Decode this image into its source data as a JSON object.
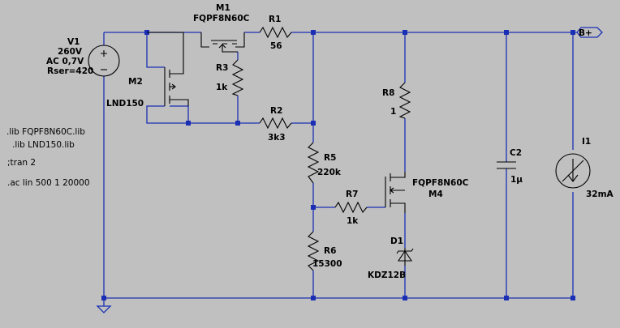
{
  "components": {
    "v1": {
      "name": "V1",
      "values": [
        "260V",
        "AC 0,7V",
        "Rser=420"
      ]
    },
    "m1": {
      "name": "M1",
      "model": "FQPF8N60C"
    },
    "m2": {
      "name": "M2",
      "model": "LND150"
    },
    "m4": {
      "name": "M4",
      "model": "FQPF8N60C"
    },
    "r1": {
      "name": "R1",
      "value": "56"
    },
    "r2": {
      "name": "R2",
      "value": "3k3"
    },
    "r3": {
      "name": "R3",
      "value": "1k"
    },
    "r5": {
      "name": "R5",
      "value": "220k"
    },
    "r6": {
      "name": "R6",
      "value": "15300"
    },
    "r7": {
      "name": "R7",
      "value": "1k"
    },
    "r8": {
      "name": "R8",
      "value": "1"
    },
    "c2": {
      "name": "C2",
      "value": "1µ"
    },
    "d1": {
      "name": "D1",
      "value": "KDZ12B"
    },
    "i1": {
      "name": "I1",
      "value": "32mA"
    }
  },
  "net_label": "B+",
  "directives": [
    ".lib FQPF8N60C.lib",
    ".lib LND150.lib",
    ";tran 2",
    ".ac lin 500 1 20000"
  ]
}
